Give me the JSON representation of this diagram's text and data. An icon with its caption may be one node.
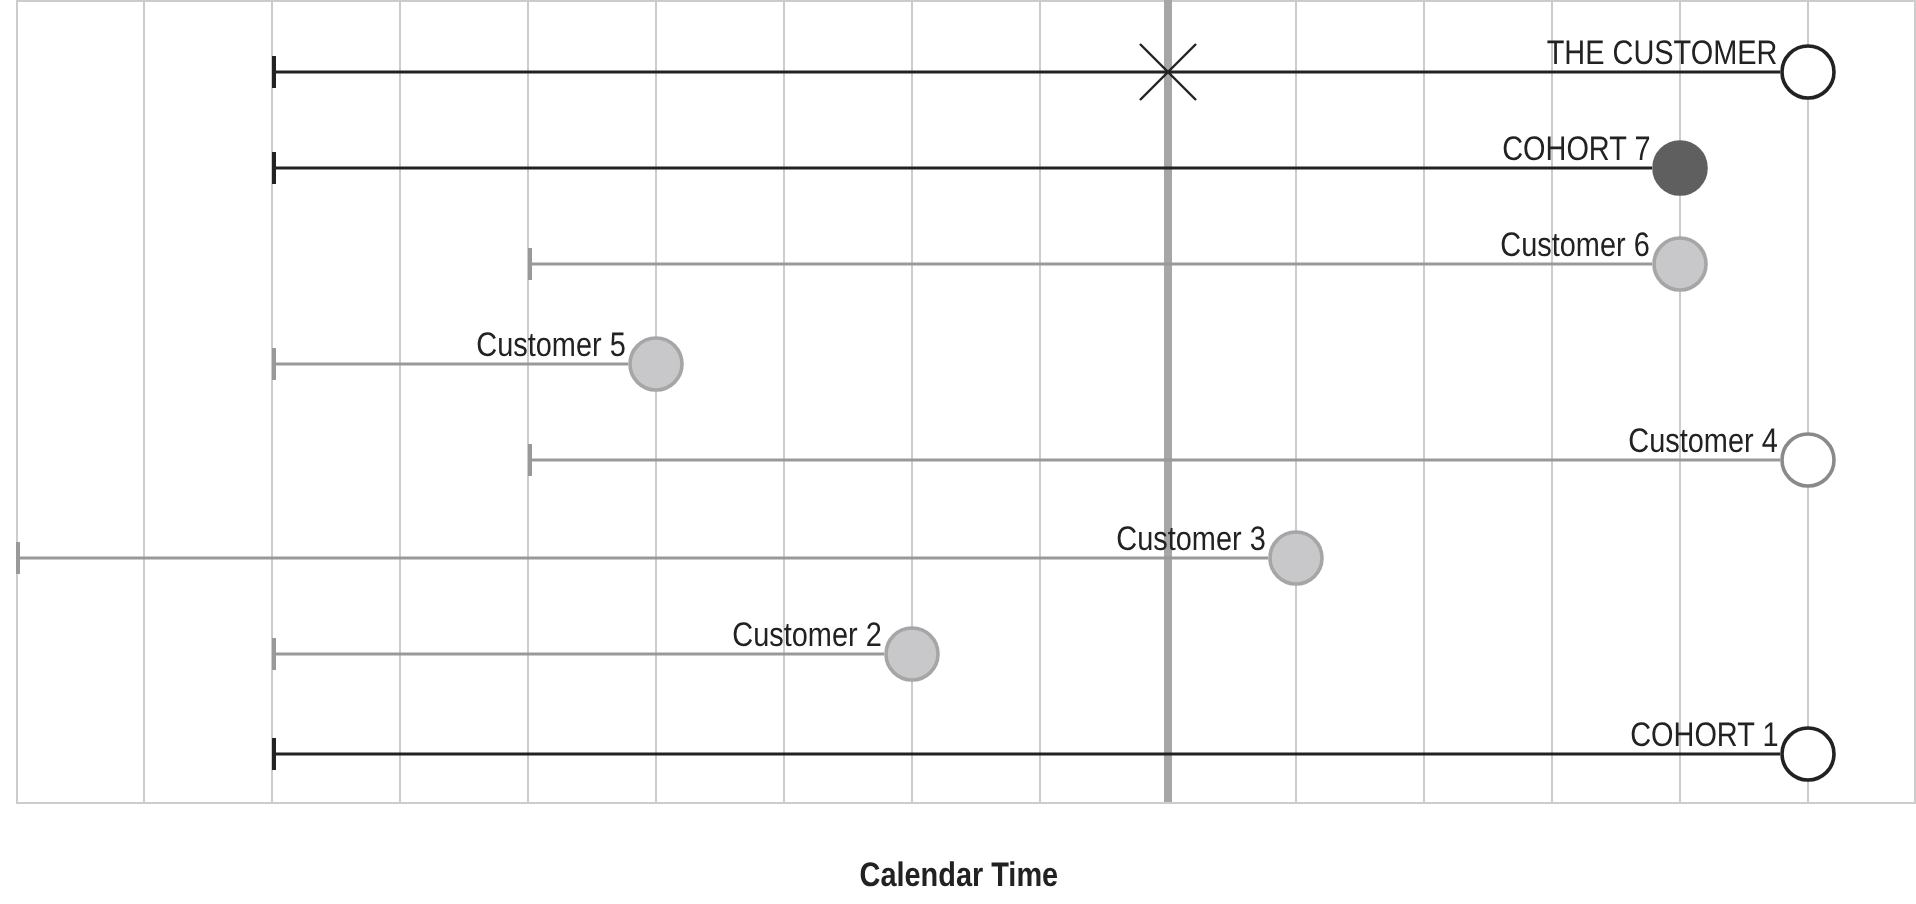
{
  "diagram": {
    "caption": "Calendar Time",
    "nodes": [
      {
        "text": [
          "THE CUSTOMER"
        ]
      },
      {
        "text": [
          "COHORT 7"
        ]
      },
      {
        "text": [
          "Customer 6"
        ]
      },
      {
        "text": [
          "Customer 5"
        ]
      },
      {
        "text": [
          "Customer 4"
        ]
      },
      {
        "text": [
          "Customer 3"
        ]
      },
      {
        "text": [
          "Customer 2"
        ]
      },
      {
        "text": [
          "COHORT 1"
        ]
      }
    ],
    "edges": [
      {
        "from": null,
        "to": 0,
        "arrow": "other",
        "color": "#222222"
      },
      {
        "from": null,
        "to": 1,
        "arrow": "other",
        "color": "#222222"
      },
      {
        "from": null,
        "to": 2,
        "arrow": "other"
      },
      {
        "from": null,
        "to": 3,
        "arrow": "other"
      },
      {
        "from": null,
        "to": 4,
        "arrow": "other"
      },
      {
        "from": null,
        "to": 5,
        "arrow": "other"
      },
      {
        "from": null,
        "to": 6,
        "arrow": "other"
      },
      {
        "from": null,
        "to": 7,
        "arrow": "other",
        "color": "#222222"
      }
    ]
  }
}
